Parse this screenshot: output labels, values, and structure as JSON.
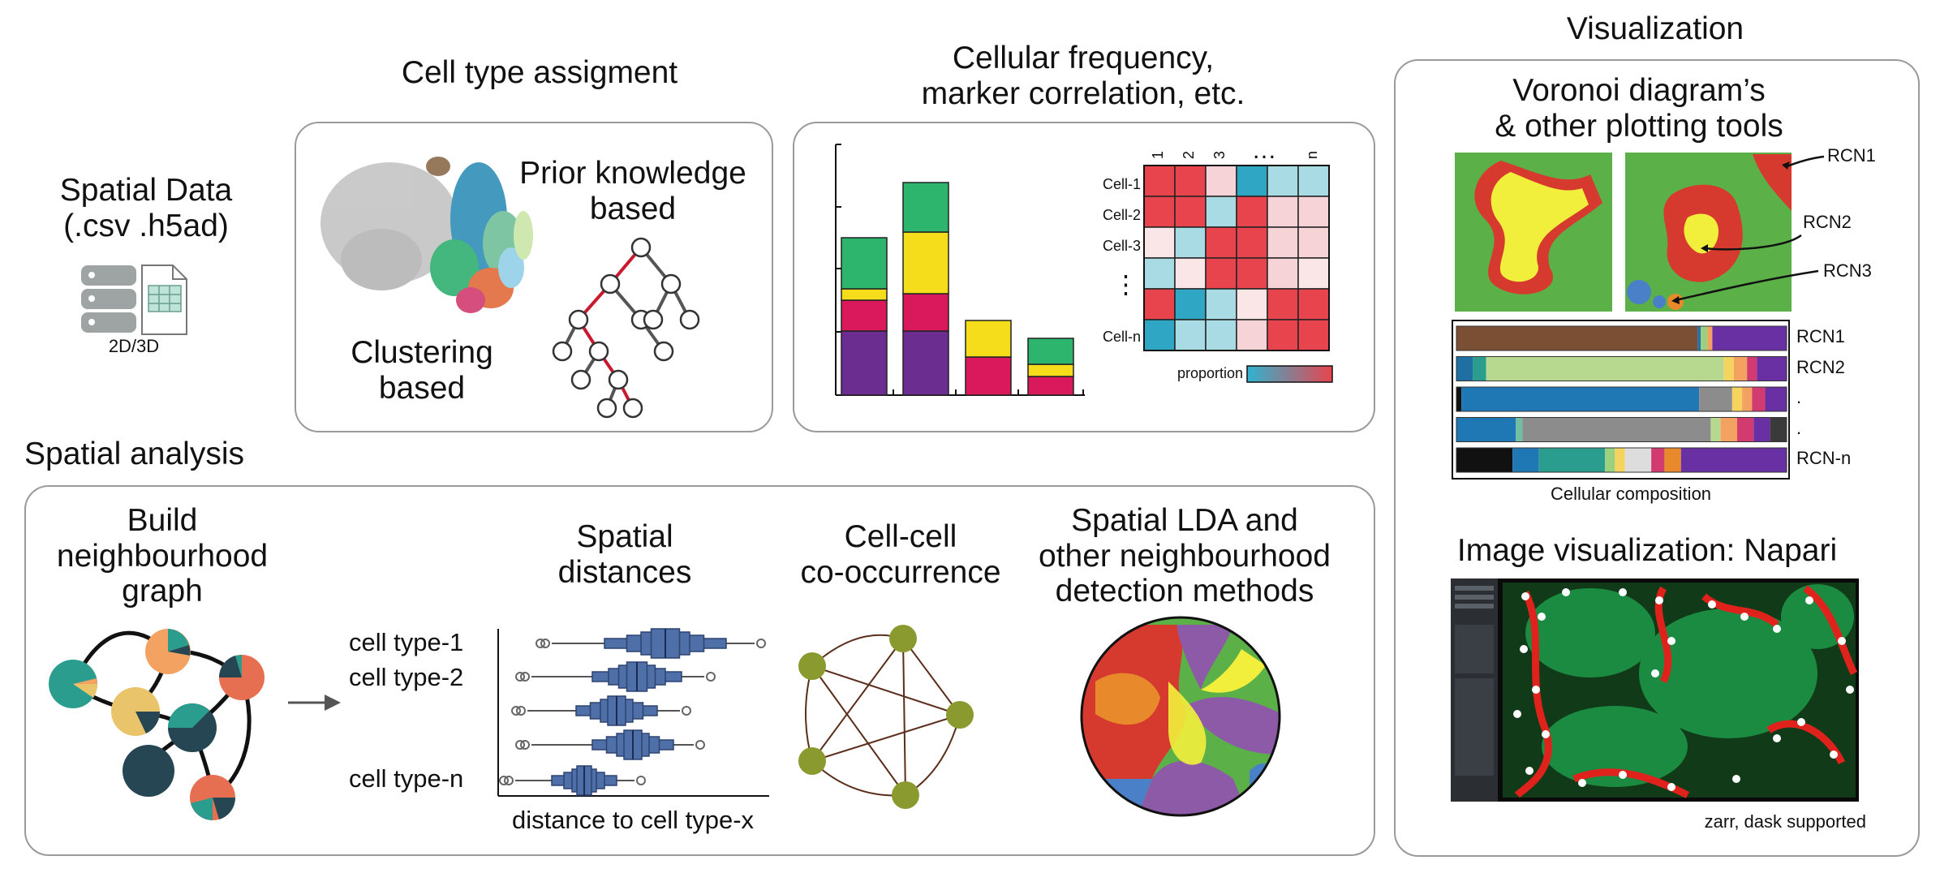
{
  "spatial_data": {
    "title_line1": "Spatial Data",
    "title_line2": "(.csv .h5ad)",
    "subtitle": "2D/3D",
    "database_icon": "database-icon",
    "file_icon": "spreadsheet-file-icon"
  },
  "cell_type": {
    "title": "Cell type assigment",
    "clustering_line1": "Clustering",
    "clustering_line2": "based",
    "prior_line1": "Prior knowledge",
    "prior_line2": "based"
  },
  "frequency": {
    "title_line1": "Cellular frequency,",
    "title_line2": "marker correlation, etc.",
    "row_labels": [
      "Cell-1",
      "Cell-2",
      "Cell-3",
      "⋮",
      "Cell-n"
    ],
    "col_labels": [
      "1",
      "2",
      "3",
      "…",
      "n"
    ],
    "legend_label": "proportion",
    "colors": {
      "green": "#2db56e",
      "yellow": "#f5dd1c",
      "red": "#d9195b",
      "purple": "#6b2d90"
    }
  },
  "visualization": {
    "title": "Visualization",
    "voronoi_line1": "Voronoi diagram’s",
    "voronoi_line2": "& other plotting tools",
    "rcn_callouts": [
      "RCN1",
      "RCN2",
      "RCN3"
    ],
    "bar_labels": [
      "RCN1",
      "RCN2",
      ".",
      ".",
      "RCN-n"
    ],
    "composition_label": "Cellular composition",
    "napari_title": "Image visualization: Napari",
    "napari_caption": "zarr, dask supported"
  },
  "spatial_analysis": {
    "title": "Spatial analysis",
    "graph_line1": "Build",
    "graph_line2": "neighbourhood",
    "graph_line3": "graph",
    "distances_line1": "Spatial",
    "distances_line2": "distances",
    "cell_labels": [
      "cell type-1",
      "cell type-2",
      "cell type-n"
    ],
    "distance_axis": "distance to cell type-x",
    "cooccur_line1": "Cell-cell",
    "cooccur_line2": "co-occurrence",
    "lda_line1": "Spatial LDA and",
    "lda_line2": "other neighbourhood",
    "lda_line3": "detection methods",
    "arrow_icon": "right-arrow-icon"
  }
}
